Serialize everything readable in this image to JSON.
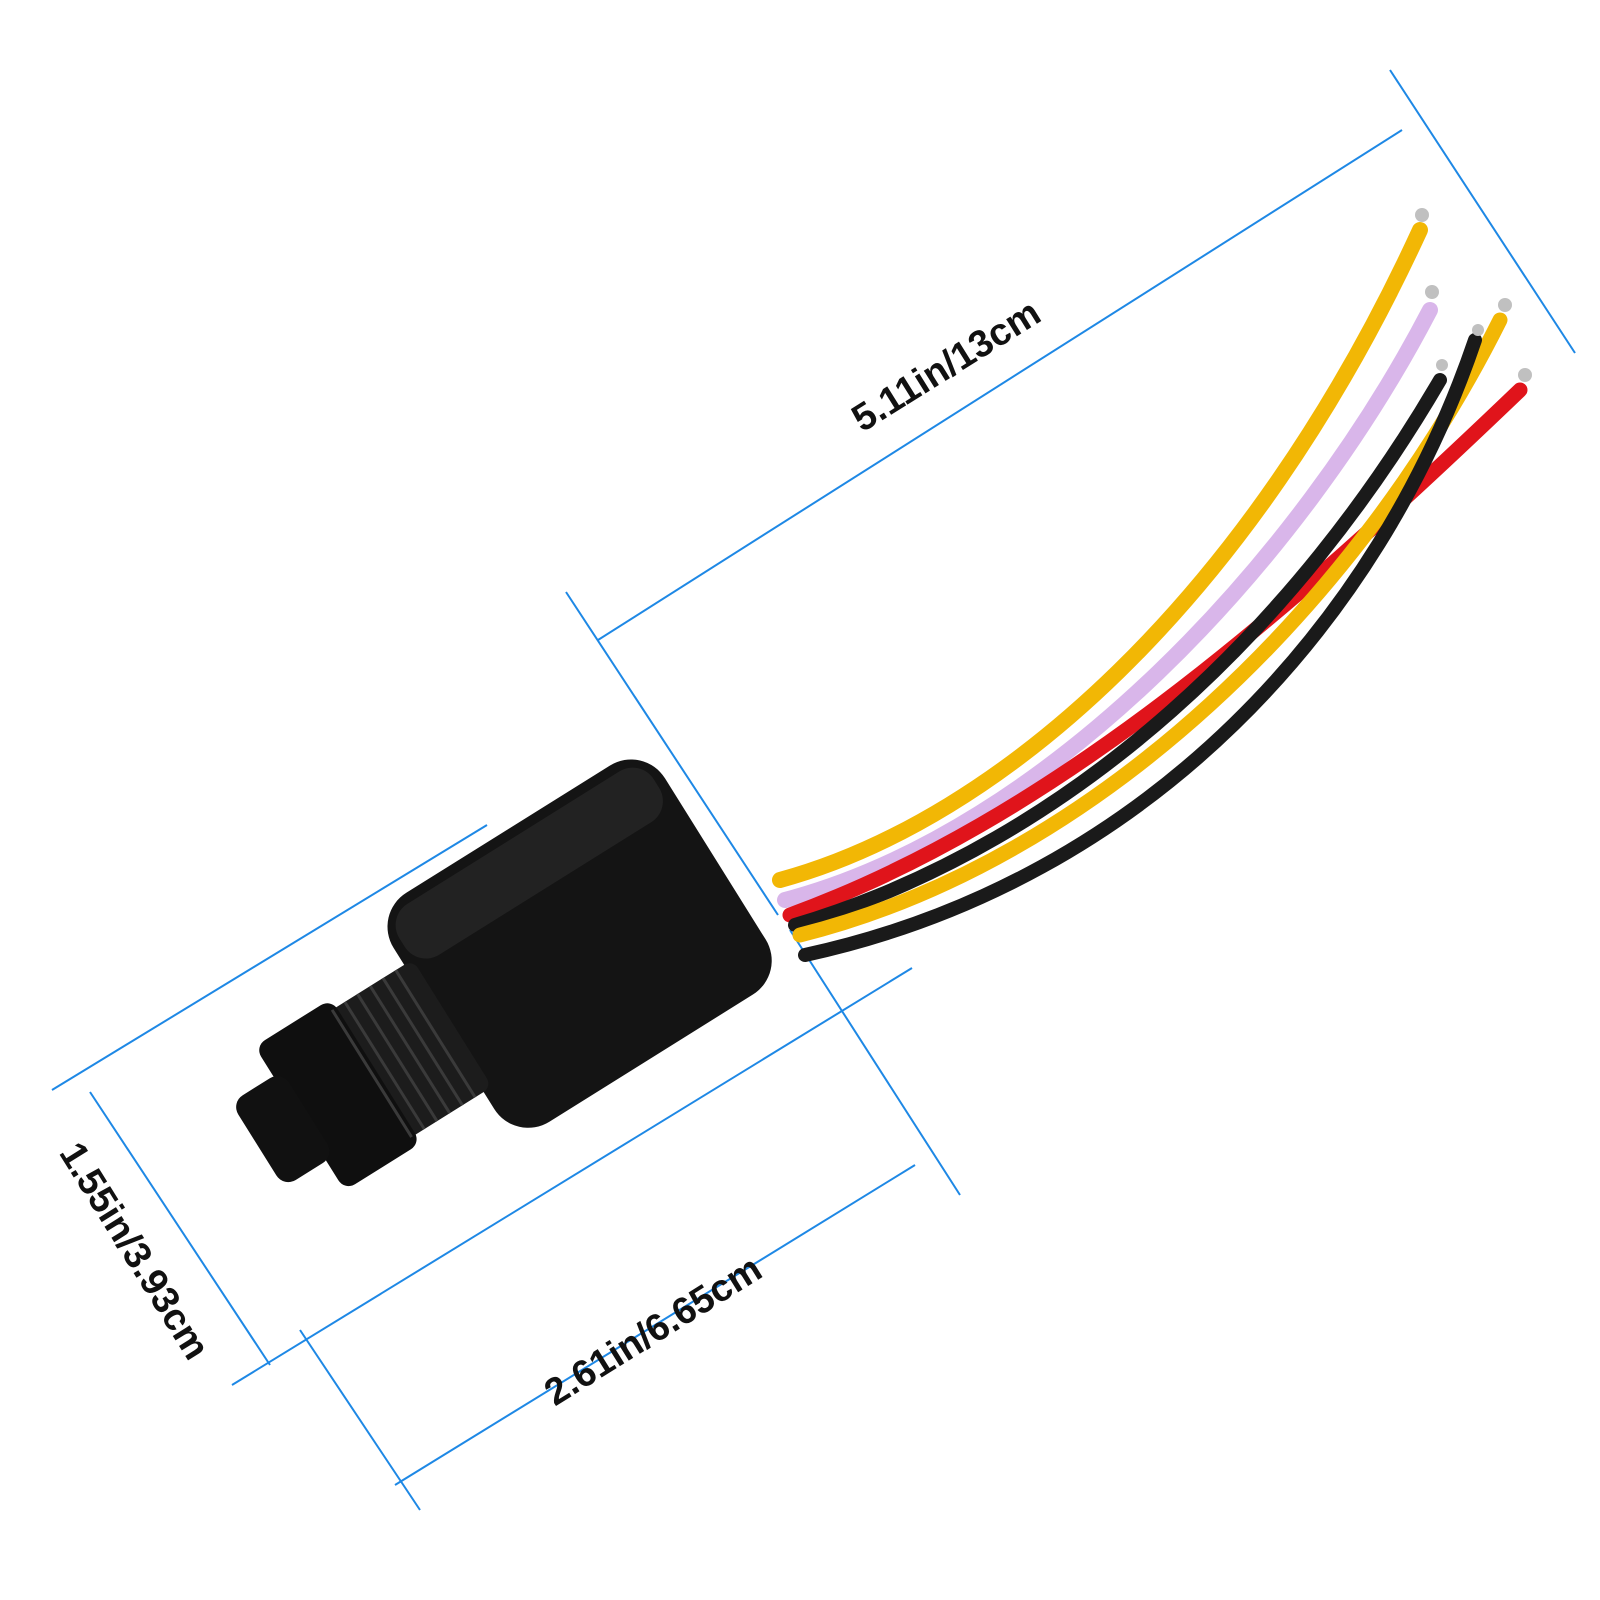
{
  "product": {
    "description": "Black round connector/switch body with threaded stem, hex nut, and six colored lead wires",
    "wire_colors": [
      "#f2b705",
      "#d9b6ea",
      "#e0141b",
      "#1a1a1a",
      "#f2b705",
      "#1a1a1a"
    ]
  },
  "dimensions": {
    "wire_length": "5.11in/13cm",
    "body_diameter": "1.55in/3.93cm",
    "body_length": "2.61in/6.65cm"
  },
  "colors": {
    "dimension_line": "#1e88e5",
    "label_text": "#111111",
    "background": "#ffffff"
  }
}
